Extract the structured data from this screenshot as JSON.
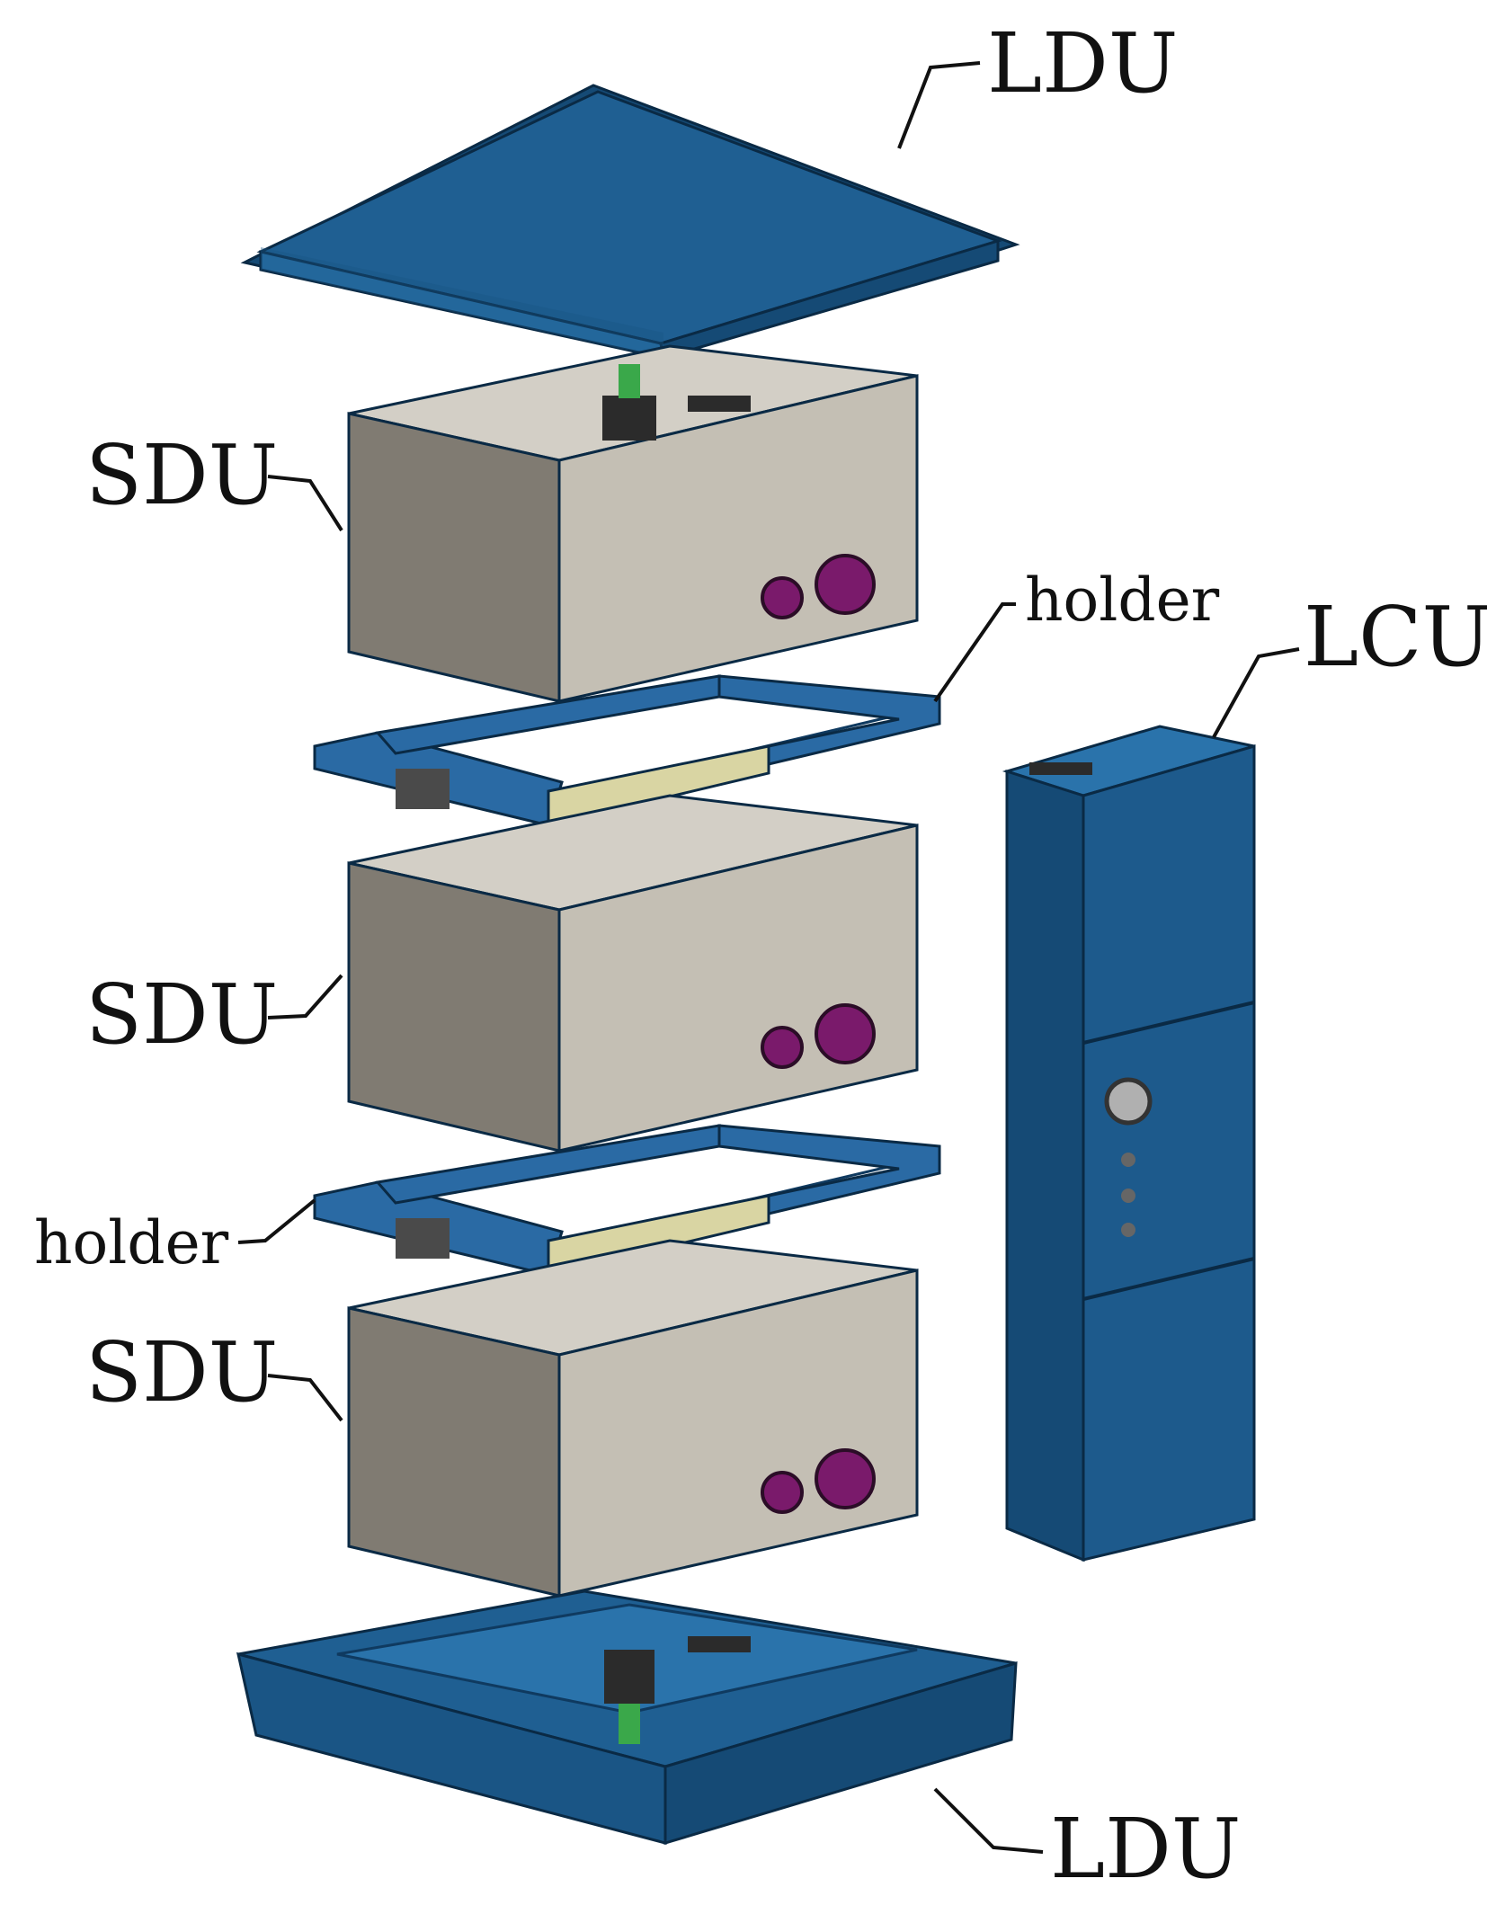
{
  "labels": {
    "ldu_top": "LDU",
    "sdu_1": "SDU",
    "holder_1": "holder",
    "lcu": "LCU",
    "sdu_2": "SDU",
    "holder_2": "holder",
    "sdu_3": "SDU",
    "ldu_bottom": "LDU"
  },
  "colors": {
    "ldu_blue": "#1f5f92",
    "ldu_blue_dark": "#154a75",
    "ldu_blue_light": "#2a73ab",
    "sdu_front": "#c4bfb4",
    "sdu_side": "#807b72",
    "sdu_top": "#d3cfc6",
    "holder_blue": "#2a6aa4",
    "holder_plate": "#d9d5a3",
    "connector_purple": "#7a1a6b",
    "connector_green": "#3aa84a",
    "lcu_blue": "#1d5a8c"
  }
}
